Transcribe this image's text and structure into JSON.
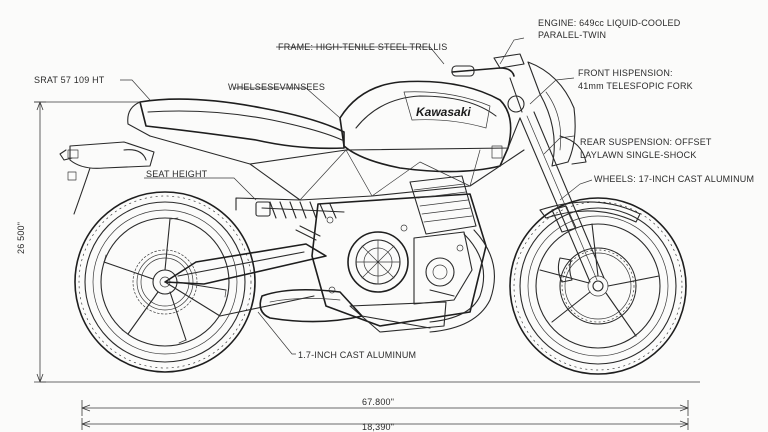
{
  "annotations": {
    "engine_line1": "ENGINE: 649cc LIQUID-COOLED",
    "engine_line2": "PARALEL-TWIN",
    "frame": "FRAME: HIGH-TENILE STEEL TRELLIS",
    "seat_height_top": "SRAT 57 109 HT",
    "wheelbase": "WHELSESEVMNSEES",
    "front_suspension_line1": "FRONT HISPENSION:",
    "front_suspension_line2": "41mm TELESFOPIC FORK",
    "rear_suspension_line1": "REAR SUSPENSION: OFFSET",
    "rear_suspension_line2": "LAYLAWN SINGLE-SHOCK",
    "seat_height": "SEAT HEIGHT",
    "wheels": "WHEELS: 17-INCH CAST ALUMINUM",
    "cast_aluminum": "1.7-INCH CAST ALUMINUM"
  },
  "brand": "Kawasaki",
  "dimensions": {
    "height": "26 500\"",
    "wheelbase_value": "67.800\"",
    "overall_length": "18,390\""
  },
  "colors": {
    "line": "#2a2a2a",
    "background": "#fbfbfa"
  }
}
